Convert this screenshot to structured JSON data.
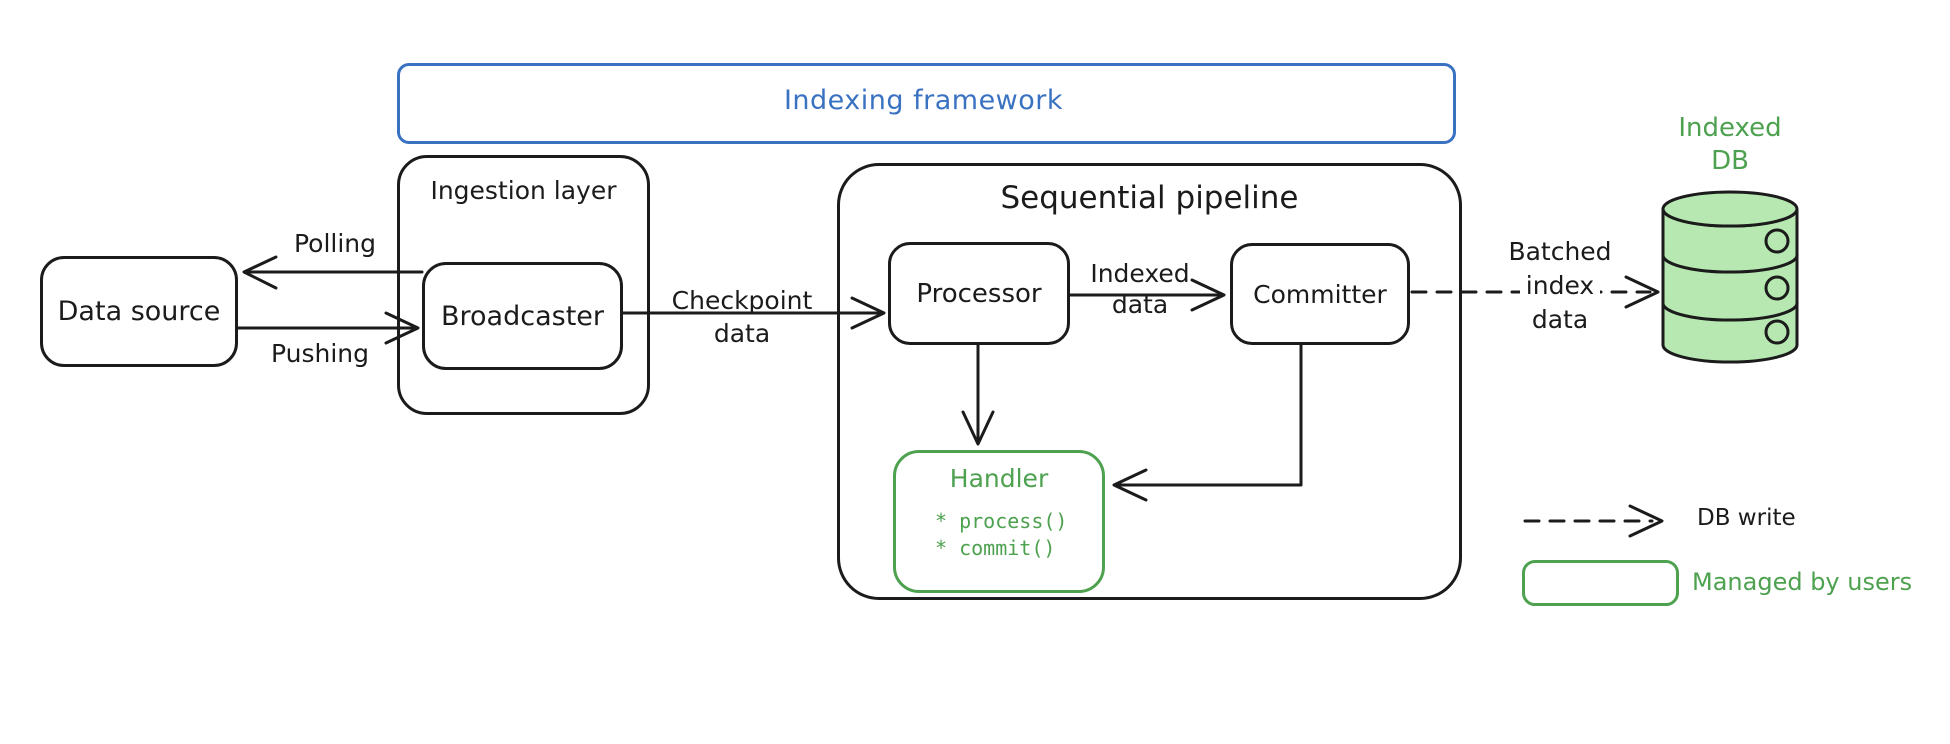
{
  "framework_box": {
    "label": "Indexing framework"
  },
  "data_source": {
    "label": "Data source"
  },
  "ingestion": {
    "label": "Ingestion layer",
    "broadcaster": "Broadcaster"
  },
  "pipeline": {
    "label": "Sequential pipeline",
    "processor": "Processor",
    "committer": "Committer",
    "handler": {
      "title": "Handler",
      "methods": [
        "* process()",
        "* commit()"
      ]
    }
  },
  "db": {
    "label_line1": "Indexed",
    "label_line2": "DB"
  },
  "edges": {
    "polling": "Polling",
    "pushing": "Pushing",
    "checkpoint_line1": "Checkpoint",
    "checkpoint_line2": "data",
    "indexed_line1": "Indexed",
    "indexed_line2": "data",
    "batched_line1": "Batched",
    "batched_line2": "index",
    "batched_line3": "data"
  },
  "legend": {
    "db_write": "DB write",
    "managed": "Managed by users"
  },
  "colors": {
    "ink": "#1b1b1b",
    "blue": "#3a72c2",
    "green": "#4da14f",
    "db_fill": "#b7e8b2"
  }
}
